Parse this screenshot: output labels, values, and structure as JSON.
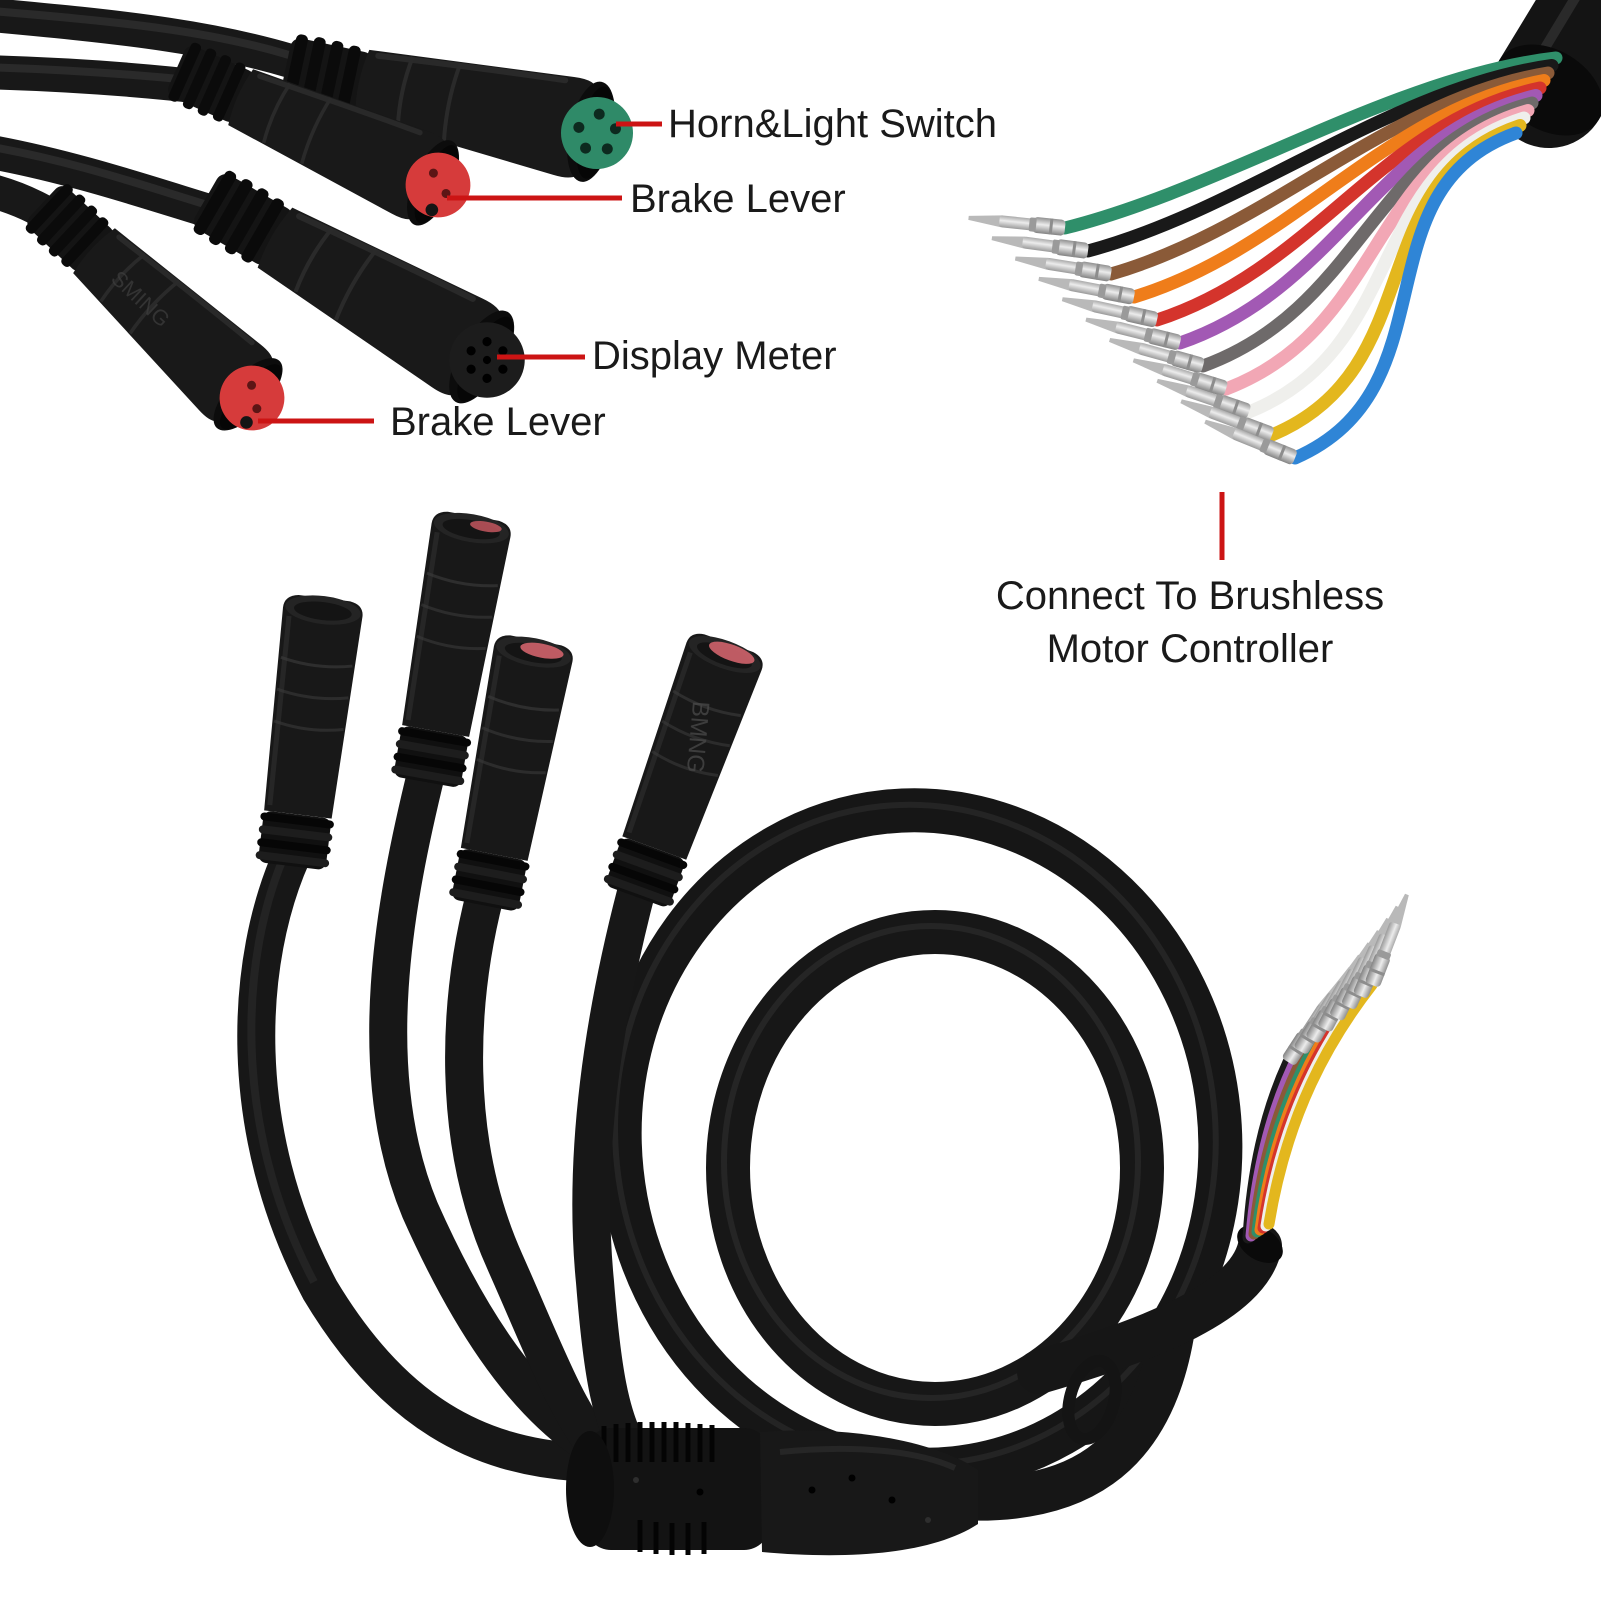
{
  "image": {
    "type": "annotated product photo",
    "subject": "Electric scooter brushless motor controller 1-to-4 wiring harness cable",
    "background_color": "#ffffff"
  },
  "style": {
    "callout_color": "#cc1414",
    "label_text_color": "#1a1a1a",
    "cable_color": "#171717",
    "cable_highlight": "#3e3e3e",
    "pin_silver": "#c9c9c9"
  },
  "callouts": {
    "horn_light_switch": {
      "label": "Horn&Light Switch"
    },
    "brake_lever_top": {
      "label": "Brake Lever"
    },
    "display_meter": {
      "label": "Display Meter"
    },
    "brake_lever_bottom": {
      "label": "Brake Lever"
    },
    "motor_controller": {
      "label_line1": "Connect To Brushless",
      "label_line2": "Motor Controller"
    }
  },
  "connectors": {
    "horn_light_switch": {
      "face_color": "#2f8a68",
      "pin_holes": 5
    },
    "brake_lever_top": {
      "face_color": "#d63b3b",
      "pin_holes": 2
    },
    "display_meter": {
      "face_color": "#1c1c1c",
      "pin_holes": 7
    },
    "brake_lever_bottom": {
      "face_color": "#d63b3b",
      "pin_holes": 2
    },
    "embossed_brand_top": "SMING",
    "embossed_brand_bottom": "BMNG"
  },
  "controller_wires": [
    {
      "name": "green",
      "color": "#2f8f6a"
    },
    {
      "name": "black",
      "color": "#191919"
    },
    {
      "name": "brown",
      "color": "#8a5a38"
    },
    {
      "name": "orange",
      "color": "#ef7d1a"
    },
    {
      "name": "red",
      "color": "#d4342c"
    },
    {
      "name": "purple",
      "color": "#a259b4"
    },
    {
      "name": "gray",
      "color": "#6e6a6a"
    },
    {
      "name": "pink",
      "color": "#f2a7b5"
    },
    {
      "name": "white",
      "color": "#efefec"
    },
    {
      "name": "yellow",
      "color": "#e3b71e"
    },
    {
      "name": "blue",
      "color": "#2f85d6"
    }
  ],
  "pigtail_wires": [
    {
      "name": "black",
      "color": "#1a1a1a"
    },
    {
      "name": "purple",
      "color": "#a259b4"
    },
    {
      "name": "brown",
      "color": "#8a5a38"
    },
    {
      "name": "green",
      "color": "#2f8f6a"
    },
    {
      "name": "orange",
      "color": "#ef7d1a"
    },
    {
      "name": "red",
      "color": "#d4342c"
    },
    {
      "name": "white",
      "color": "#efefec"
    },
    {
      "name": "yellow",
      "color": "#e3b71e"
    }
  ]
}
